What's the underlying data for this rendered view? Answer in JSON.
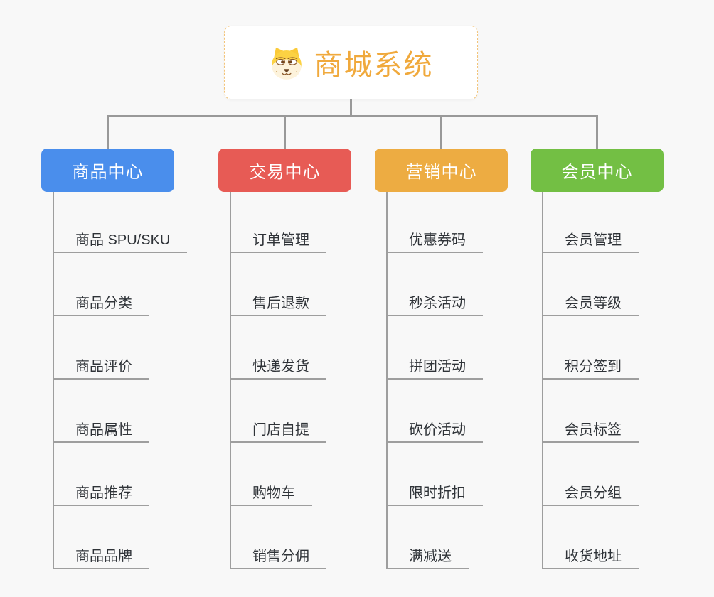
{
  "root": {
    "title": "商城系统",
    "title_color": "#f0a93c",
    "icon": "dog-face-icon"
  },
  "branches": [
    {
      "id": "product-center",
      "label": "商品中心",
      "color": "#4a8eec",
      "children": [
        "商品 SPU/SKU",
        "商品分类",
        "商品评价",
        "商品属性",
        "商品推荐",
        "商品品牌"
      ]
    },
    {
      "id": "trade-center",
      "label": "交易中心",
      "color": "#e75b55",
      "children": [
        "订单管理",
        "售后退款",
        "快递发货",
        "门店自提",
        "购物车",
        "销售分佣"
      ]
    },
    {
      "id": "marketing-center",
      "label": "营销中心",
      "color": "#edac42",
      "children": [
        "优惠券码",
        "秒杀活动",
        "拼团活动",
        "砍价活动",
        "限时折扣",
        "满减送"
      ]
    },
    {
      "id": "member-center",
      "label": "会员中心",
      "color": "#73bf44",
      "children": [
        "会员管理",
        "会员等级",
        "积分签到",
        "会员标签",
        "会员分组",
        "收货地址"
      ]
    }
  ],
  "style": {
    "background": "#f8f8f8",
    "connector_color": "#999999",
    "child_line_color": "#9e9e9e",
    "child_text_color": "#2f3338",
    "header_text_color": "#ffffff",
    "root_border_color": "#f3c479"
  }
}
